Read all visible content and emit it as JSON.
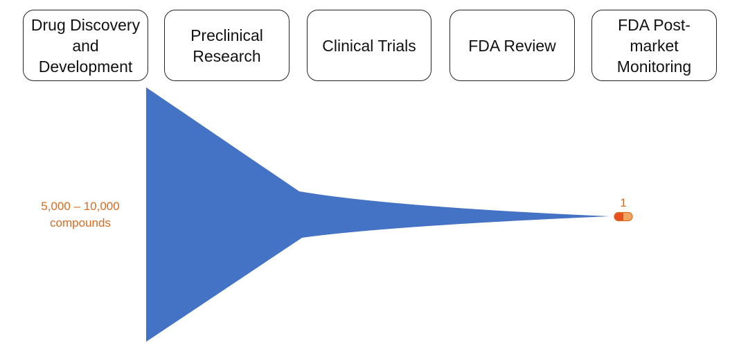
{
  "stages": [
    {
      "label": "Drug Discovery\nand\nDevelopment"
    },
    {
      "label": "Preclinical\nResearch"
    },
    {
      "label": "Clinical Trials"
    },
    {
      "label": "FDA Review"
    },
    {
      "label": "FDA Post-\nmarket\nMonitoring"
    }
  ],
  "funnel": {
    "start_label": "5,000 – 10,000\ncompounds",
    "end_label": "1"
  },
  "colors": {
    "funnel": "#4472c4",
    "accent": "#d86b21",
    "pill_dark": "#e8501f",
    "pill_light": "#f0a560"
  },
  "icons": {
    "end_marker": "pill-capsule-icon"
  }
}
